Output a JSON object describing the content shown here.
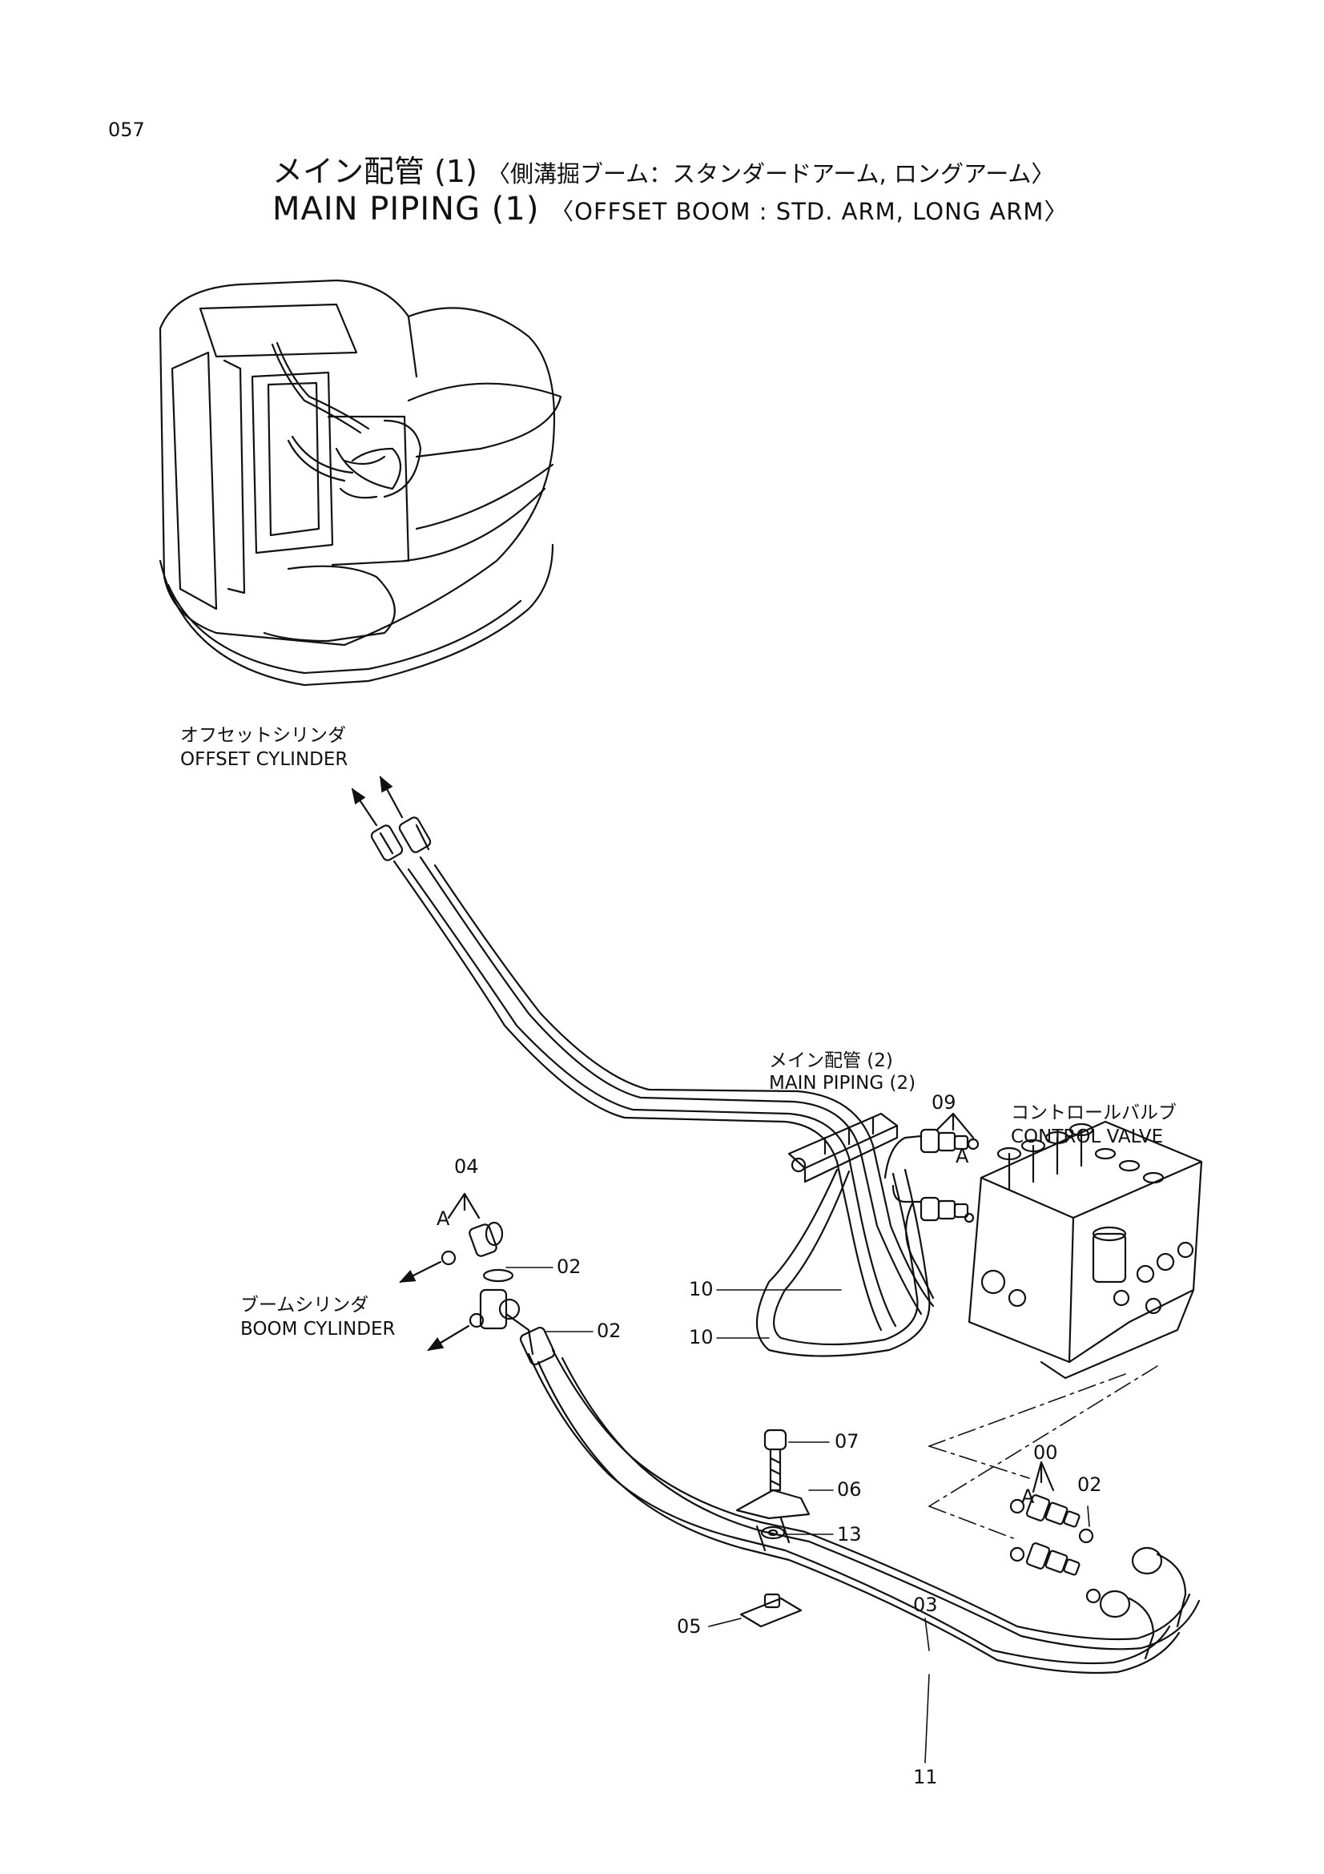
{
  "page_number": "057",
  "title": {
    "ja_main": "メイン配管",
    "ja_num": "(1)",
    "ja_sub": "〈側溝掘ブーム：スタンダードアーム, ロングアーム〉",
    "en_main": "MAIN  PIPING",
    "en_num": "(1)",
    "en_sub": "〈OFFSET  BOOM  : STD. ARM, LONG  ARM〉"
  },
  "labels": {
    "offset_cylinder_ja": "オフセットシリンダ",
    "offset_cylinder_en": "OFFSET  CYLINDER",
    "main_piping2_ja": "メイン配管 (2)",
    "main_piping2_en": "MAIN  PIPING (2)",
    "control_valve_ja": "コントロールバルブ",
    "control_valve_en": "CONTROL  VALVE",
    "boom_cylinder_ja": "ブームシリンダ",
    "boom_cylinder_en": "BOOM  CYLINDER"
  },
  "part_numbers": {
    "p09": "09",
    "p04": "04",
    "p02a": "02",
    "p02b": "02",
    "p10a": "10",
    "p10b": "10",
    "p07": "07",
    "p06": "06",
    "p00": "00",
    "p02c": "02",
    "p13": "13",
    "p03": "03",
    "p05": "05",
    "p11": "11"
  },
  "view_markers": {
    "a1": "A",
    "a2": "A",
    "a3": "A"
  }
}
